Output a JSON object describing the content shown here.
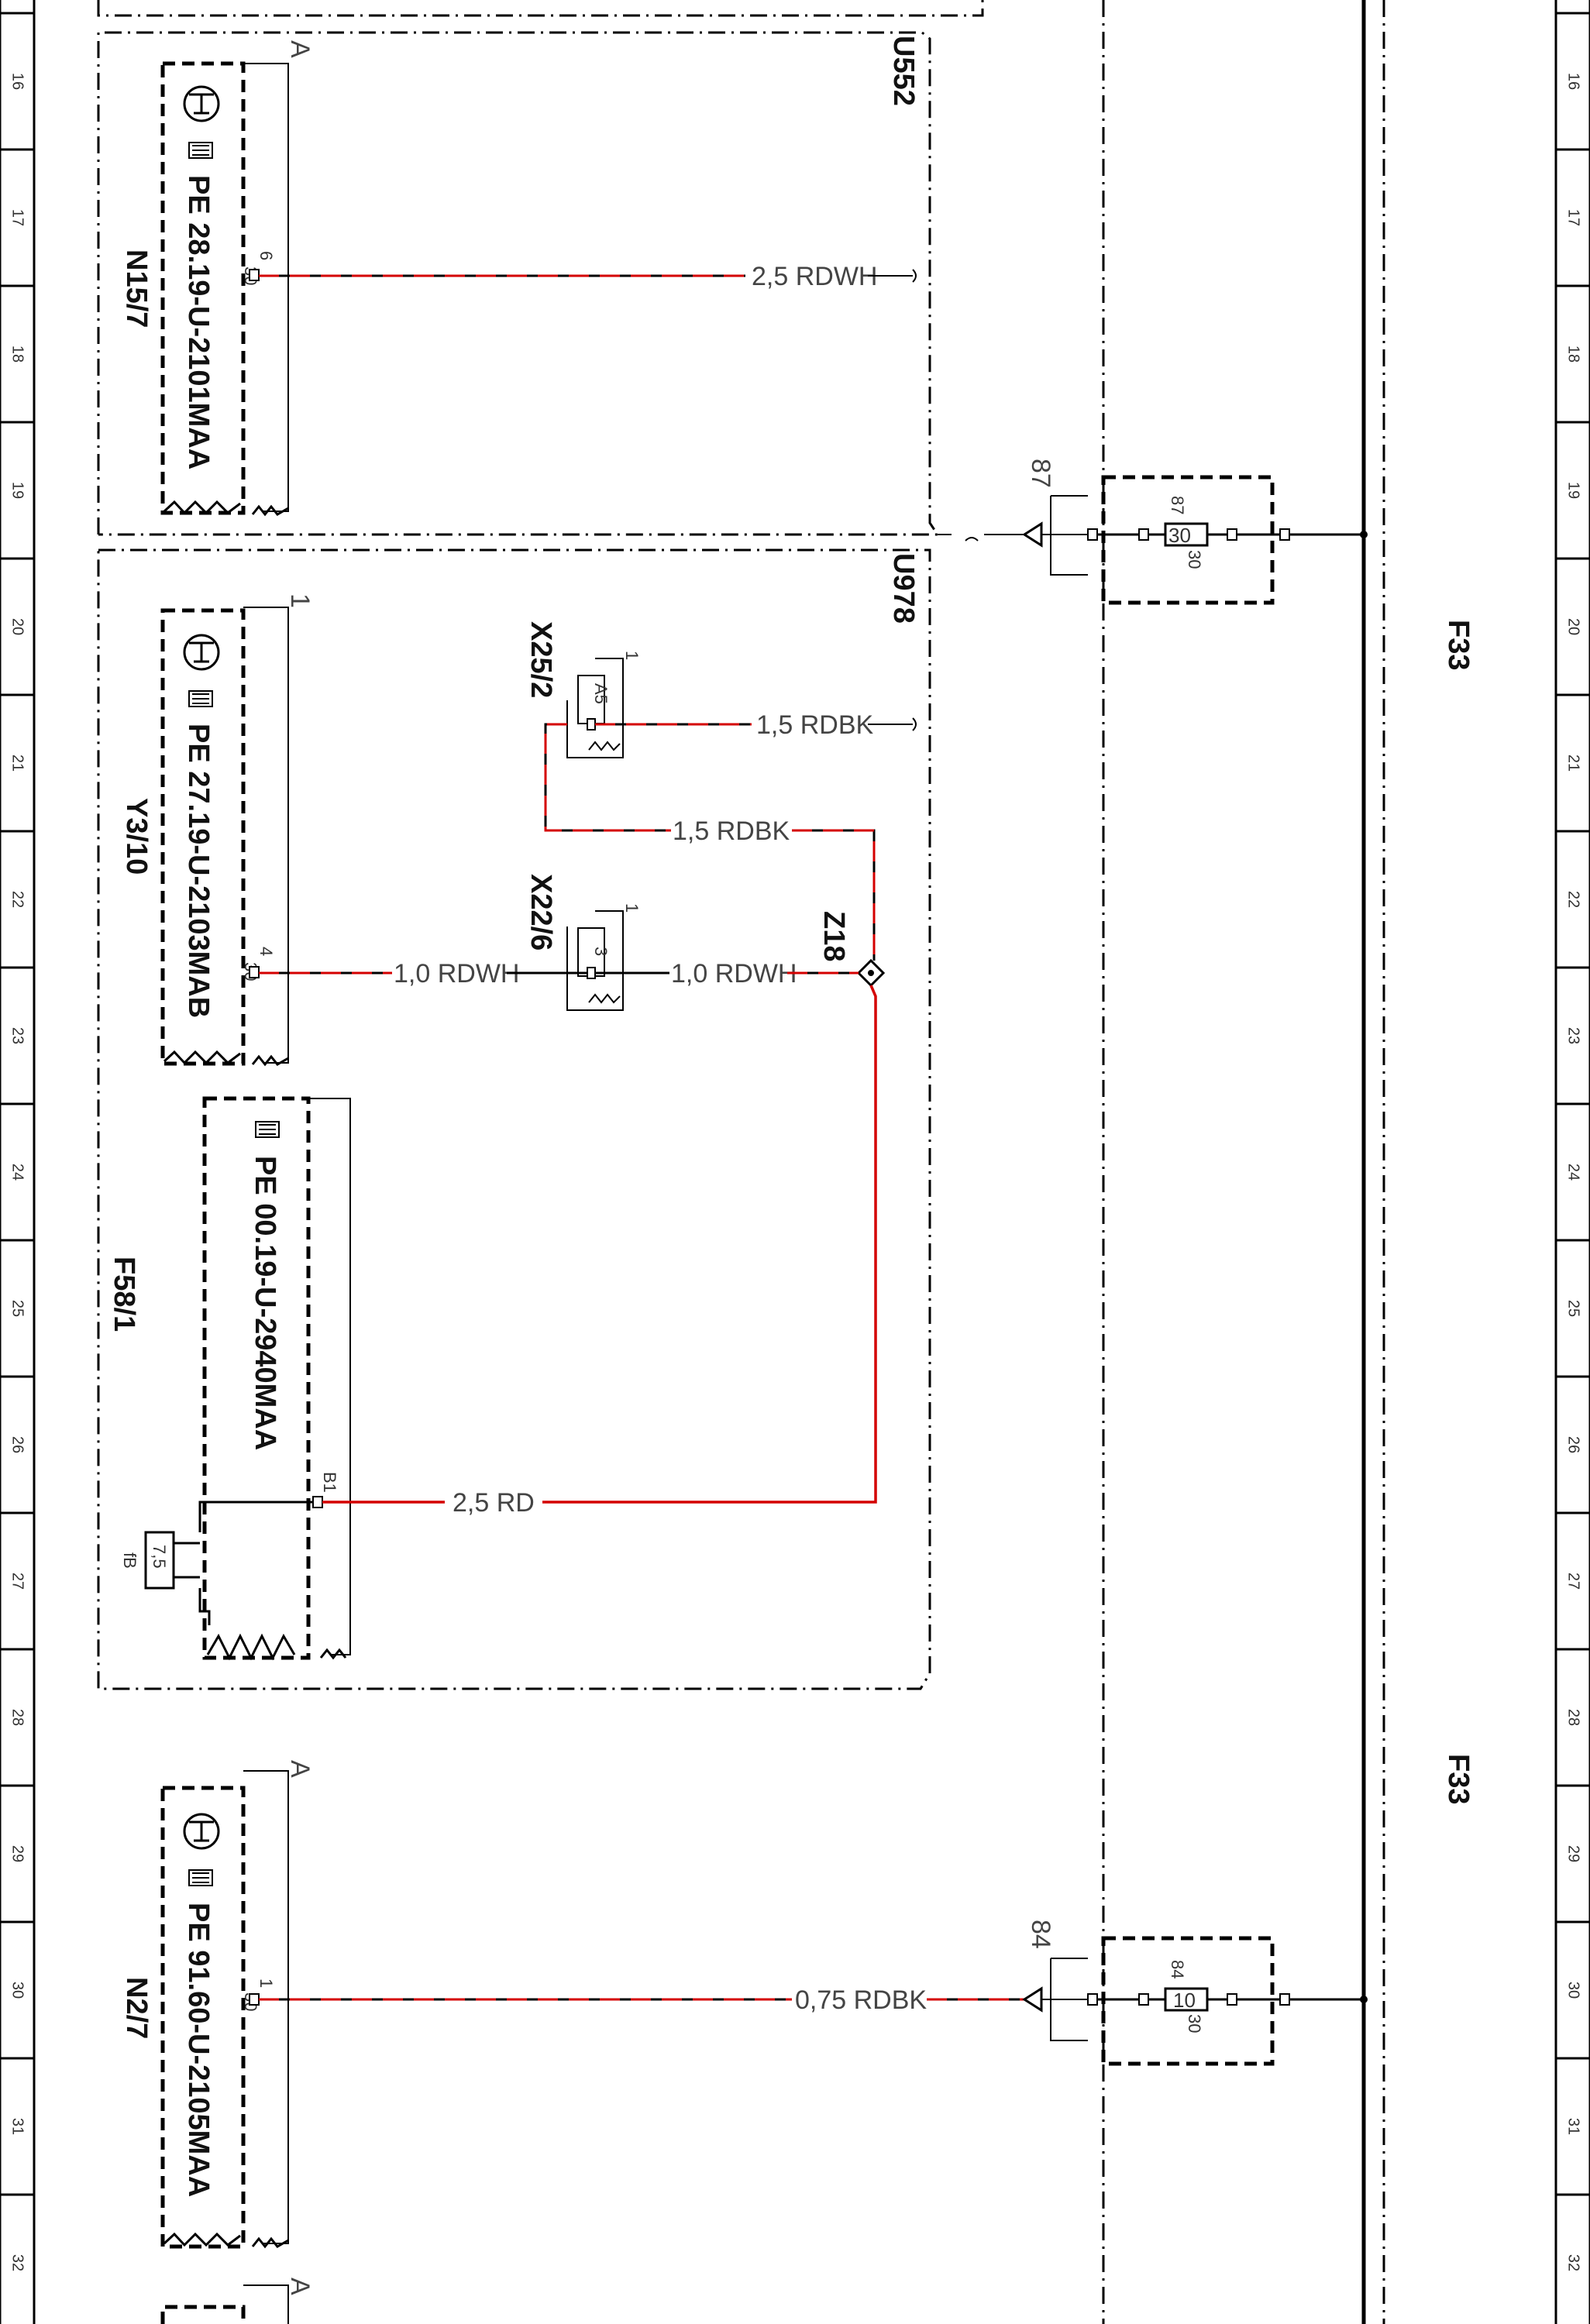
{
  "ruler": {
    "labels": [
      "16",
      "17",
      "18",
      "19",
      "20",
      "21",
      "22",
      "23",
      "24",
      "25",
      "26",
      "27",
      "28",
      "29",
      "30",
      "31",
      "32"
    ]
  },
  "blocks": {
    "u552": "U552",
    "u978": "U978"
  },
  "components": {
    "n15_7": {
      "name": "N15/7",
      "ref": "PE 28.19-U-2101MAA",
      "pin": "6",
      "pin_sub": "30",
      "corner": "A"
    },
    "y3_10": {
      "name": "Y3/10",
      "ref": "PE 27.19-U-2103MAB",
      "pin": "4",
      "pin_sub": "30",
      "corner": "1"
    },
    "f58_1": {
      "name": "F58/1",
      "ref": "PE 00.19-U-2940MAA",
      "pin": "B1",
      "fuse_value": "7,5",
      "fuse_id": "fB"
    },
    "n2_7": {
      "name": "N2/7",
      "ref": "PE 91.60-U-2105MAA",
      "pin": "1",
      "pin_sub": "30",
      "corner": "A"
    },
    "x25_2": {
      "name": "X25/2",
      "pin": "A5",
      "corner": "1"
    },
    "x22_6": {
      "name": "X22/6",
      "pin": "3",
      "corner": "1"
    },
    "z18": {
      "name": "Z18"
    }
  },
  "wires": {
    "w_25_rdwh": "2,5 RDWH",
    "w_15_rdbk_a": "1,5 RDBK",
    "w_15_rdbk_b": "1,5 RDBK",
    "w_10_rdwh_a": "1,0 RDWH",
    "w_10_rdwh_b": "1,0 RDWH",
    "w_25_rd": "2,5 RD",
    "w_075_rdbk": "0,75 RDBK"
  },
  "fuse_box": {
    "name": "F33",
    "fuse87": {
      "pin": "87",
      "value": "30",
      "tag": "87",
      "out": "30"
    },
    "fuse84": {
      "pin": "84",
      "value": "10",
      "tag": "84",
      "out": "30"
    }
  },
  "colors": {
    "wire_red": "#d40000",
    "ink": "#000000"
  }
}
